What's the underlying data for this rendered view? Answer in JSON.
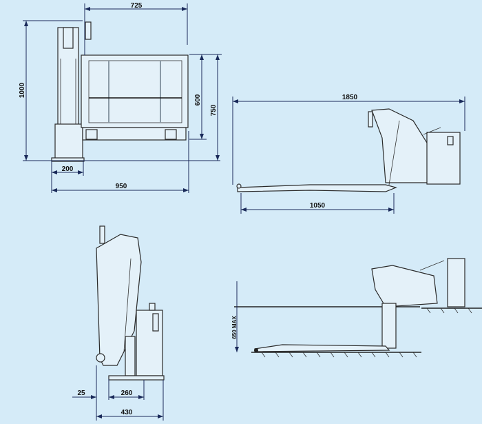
{
  "views": {
    "front": {
      "dims": {
        "width_platform": "725",
        "height_total": "1000",
        "platform_height": "600",
        "rail_height": "750",
        "base_width": "200",
        "total_width": "950"
      }
    },
    "side_deployed": {
      "dims": {
        "total_length": "1850",
        "platform_length": "1050"
      }
    },
    "side_folded": {
      "dims": {
        "offset": "25",
        "base_depth": "260",
        "total_depth": "430"
      }
    },
    "side_lowered": {
      "dims": {
        "lift_height": "650 MAX"
      }
    }
  }
}
